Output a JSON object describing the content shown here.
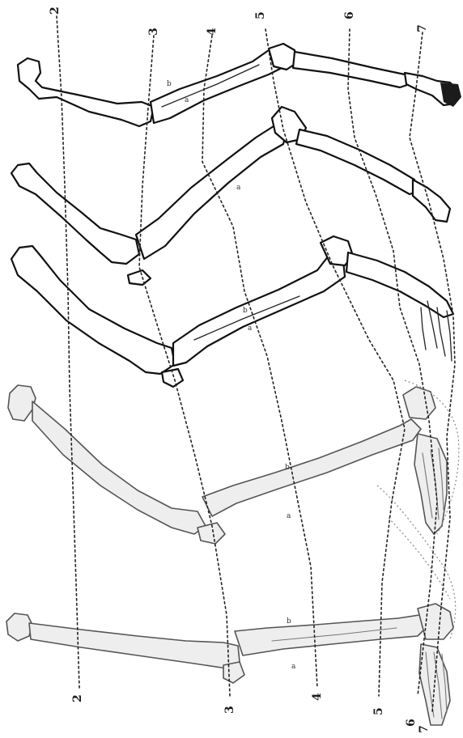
{
  "figure": {
    "landmark_numbers": {
      "n2_top": "2",
      "n3_top": "3",
      "n4_top": "4",
      "n5_top": "5",
      "n6_top": "6",
      "n7_top": "7",
      "n2_bottom": "2",
      "n3_bottom": "3",
      "n4_bottom": "4",
      "n5_bottom": "5",
      "n6_bottom": "6",
      "n7_bottom": "7"
    },
    "bone_letters": {
      "b": "b",
      "a": "a"
    }
  }
}
